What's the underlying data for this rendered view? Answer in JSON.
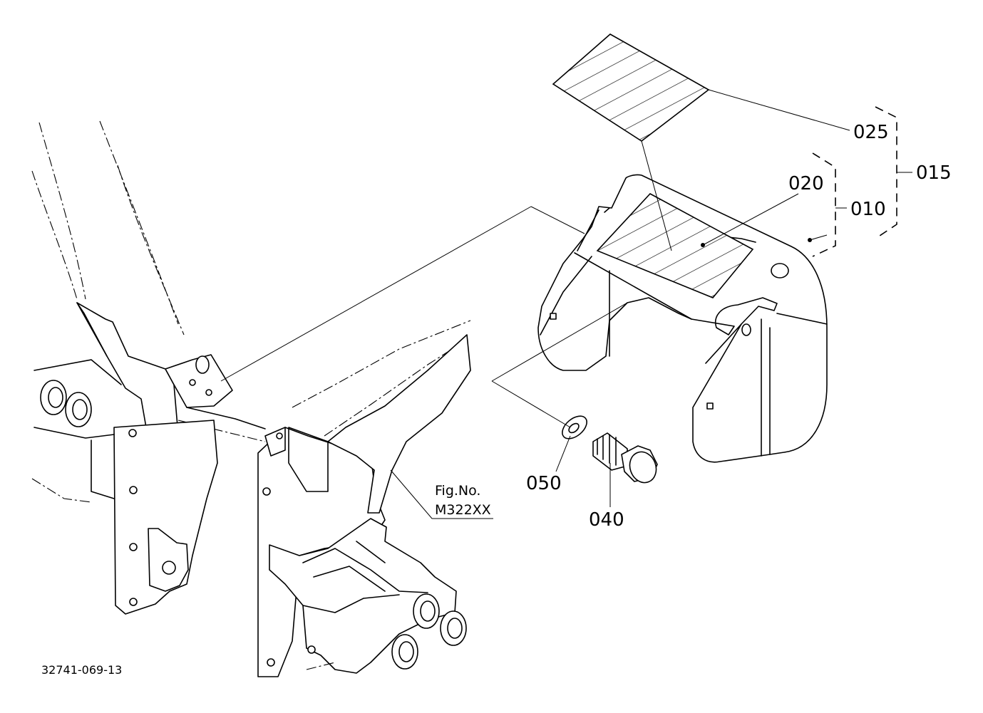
{
  "diagram": {
    "callouts": {
      "p025": "025",
      "p020": "020",
      "p015": "015",
      "p010": "010",
      "p050": "050",
      "p040": "040"
    },
    "figure_reference": {
      "line1": "Fig.No.",
      "line2": "M322XX"
    },
    "document_id": "32741-069-13"
  }
}
